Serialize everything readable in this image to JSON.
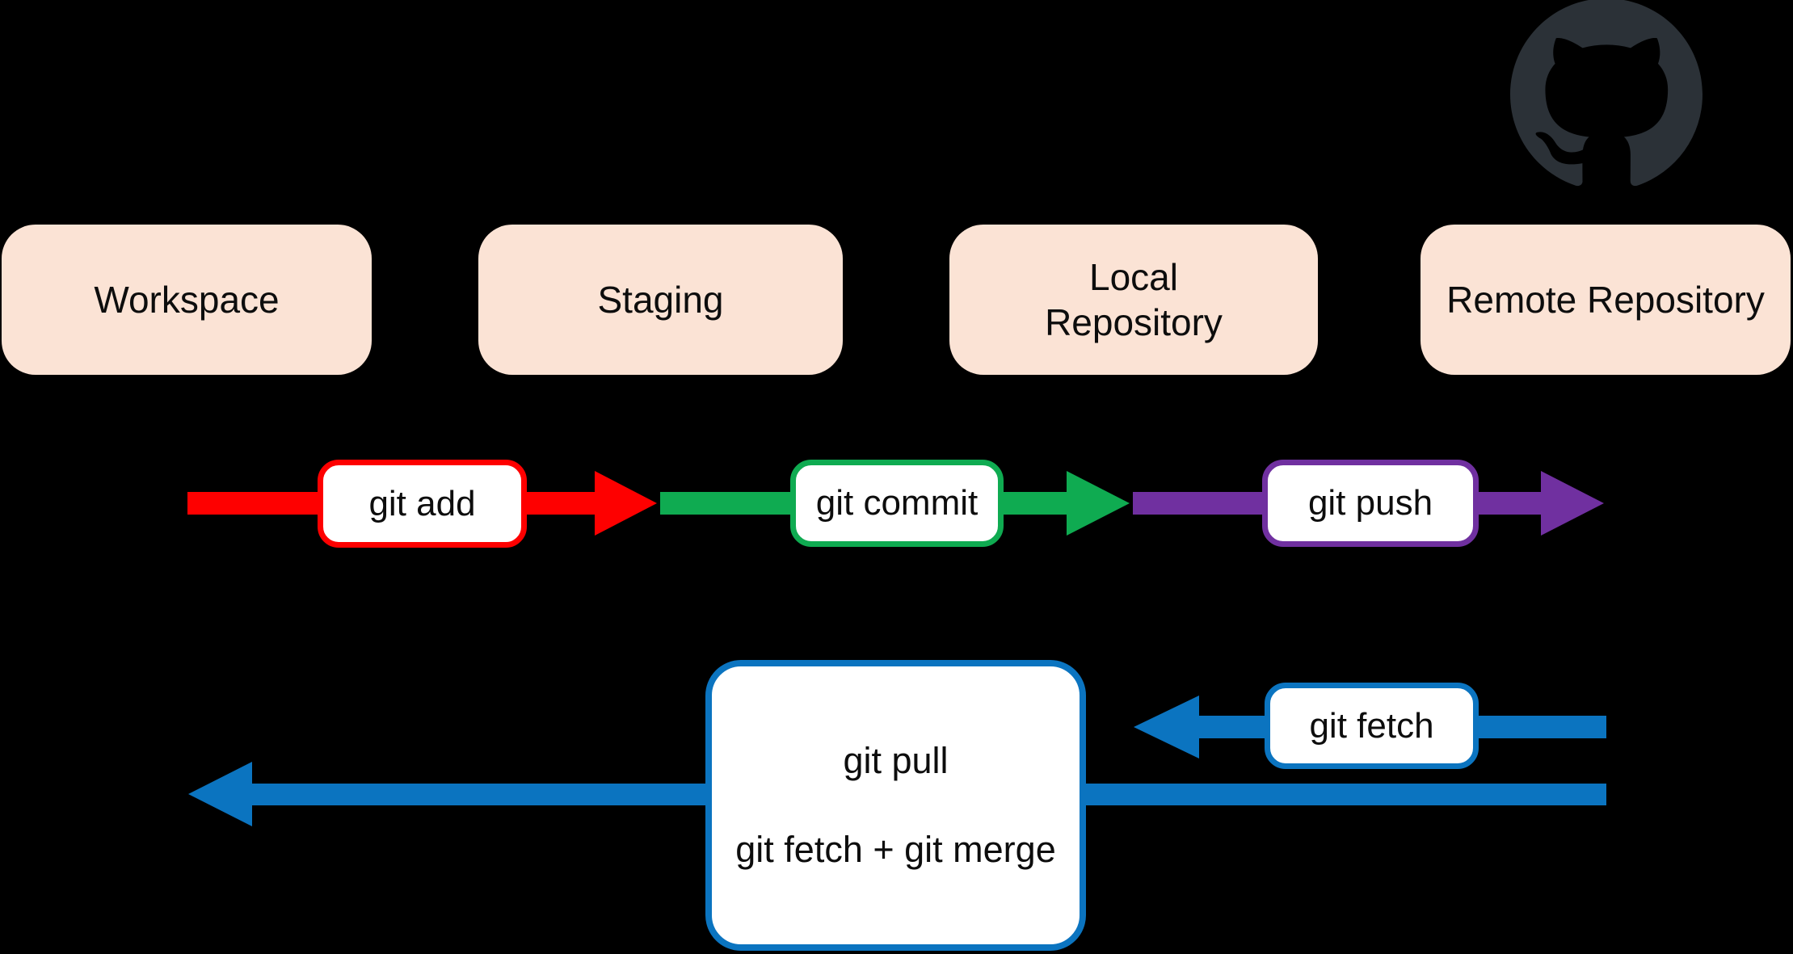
{
  "stages": [
    {
      "name": "workspace",
      "lines": [
        "Workspace"
      ]
    },
    {
      "name": "staging",
      "lines": [
        "Staging"
      ]
    },
    {
      "name": "local-repository",
      "lines": [
        "Local",
        "Repository"
      ]
    },
    {
      "name": "remote-repository",
      "lines": [
        "Remote Repository"
      ]
    }
  ],
  "commands": {
    "git_add": {
      "label": "git add",
      "color": "#fe0000",
      "direction": "right"
    },
    "git_commit": {
      "label": "git commit",
      "color": "#0fab51",
      "direction": "right"
    },
    "git_push": {
      "label": "git push",
      "color": "#7030a0",
      "direction": "right"
    },
    "git_fetch": {
      "label": "git fetch",
      "color": "#0b74c0",
      "direction": "left"
    },
    "git_pull": {
      "label": "git pull",
      "detail": "git fetch + git merge",
      "color": "#0b74c0",
      "direction": "left"
    }
  },
  "icons": {
    "github_logo": "github-octocat-mark"
  },
  "colors": {
    "background": "#000000",
    "stage_box_fill": "#fbe3d5",
    "label_box_fill": "#ffffff",
    "text": "#0d0d0d",
    "arrow_red": "#fe0000",
    "arrow_green": "#0fab51",
    "arrow_purple": "#7030a0",
    "arrow_blue": "#0b74c0",
    "github_logo": "#2b3137"
  }
}
